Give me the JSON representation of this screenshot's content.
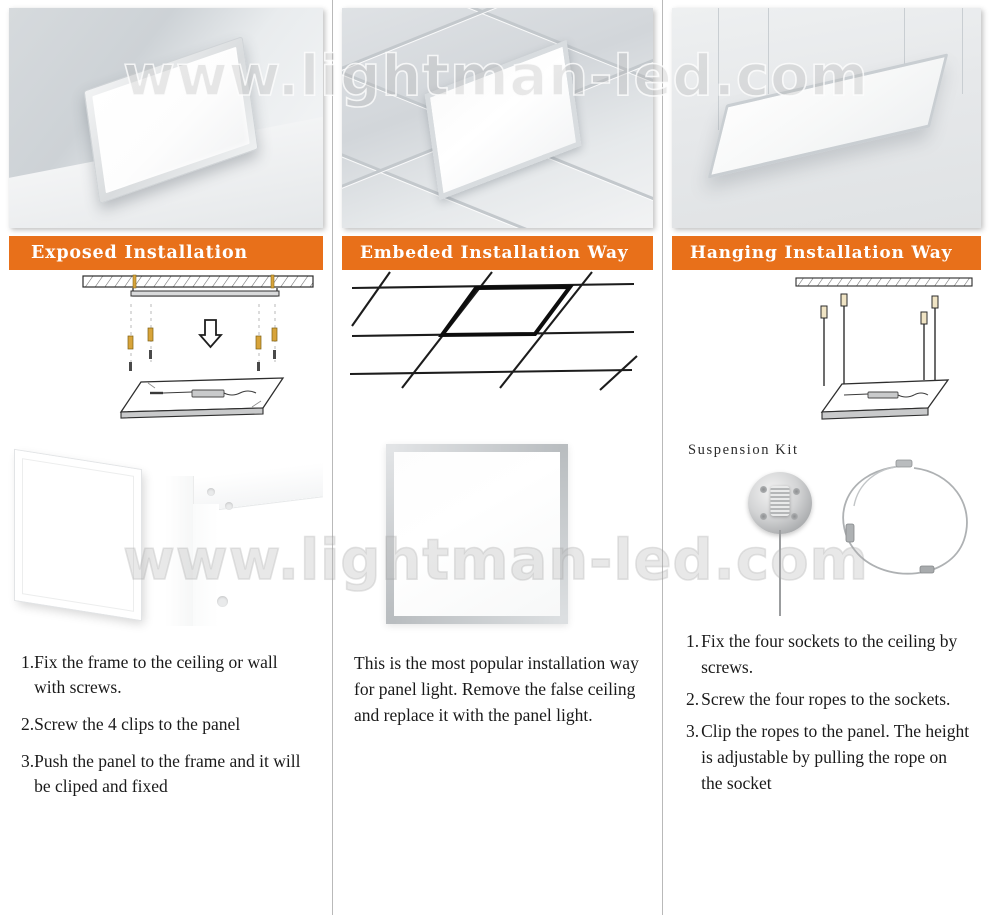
{
  "watermark": {
    "text": "www.lightman-led.com"
  },
  "colors": {
    "accent": "#e8701a",
    "header_text": "#ffffff",
    "body_text": "#1a1a1a",
    "divider": "#b9b9b9"
  },
  "columns": [
    {
      "id": "exposed",
      "header": "Exposed Installation",
      "photo_alt": "surface-mounted-led-panel-on-ceiling",
      "diagram_alt": "exploded-view-frame-and-panel-with-arrow",
      "product_alt": "white-surface-mounting-frame-and-corner-detail",
      "steps": [
        {
          "num": "1.",
          "text": "Fix the frame to the ceiling or wall with screws."
        },
        {
          "num": "2.",
          "text": "Screw the 4 clips to the panel"
        },
        {
          "num": "3.",
          "text": "Push the panel to the frame and it will be cliped and fixed"
        }
      ]
    },
    {
      "id": "embeded",
      "header": "Embeded Installation Way",
      "photo_alt": "recessed-led-panel-in-t-bar-grid-ceiling",
      "diagram_alt": "t-bar-grid-line-drawing-with-panel-opening",
      "product_alt": "square-led-panel-silver-frame",
      "paragraph": "This is the most popular installation way for panel light. Remove the false ceiling and replace it with the panel light."
    },
    {
      "id": "hanging",
      "header": "Hanging Installation Way",
      "photo_alt": "suspended-rectangular-led-panel",
      "diagram_alt": "suspension-ropes-from-ceiling-to-panel",
      "kit_label": "Suspension Kit",
      "kit_alt": "ceiling-socket-and-steel-rope",
      "steps": [
        {
          "num": "1.",
          "text": "Fix the four sockets to the ceiling by screws."
        },
        {
          "num": "2.",
          "text": "Screw the four ropes to the sockets."
        },
        {
          "num": "3.",
          "text": "Clip the ropes to the panel. The height is adjustable by pulling the rope on the socket"
        }
      ]
    }
  ]
}
